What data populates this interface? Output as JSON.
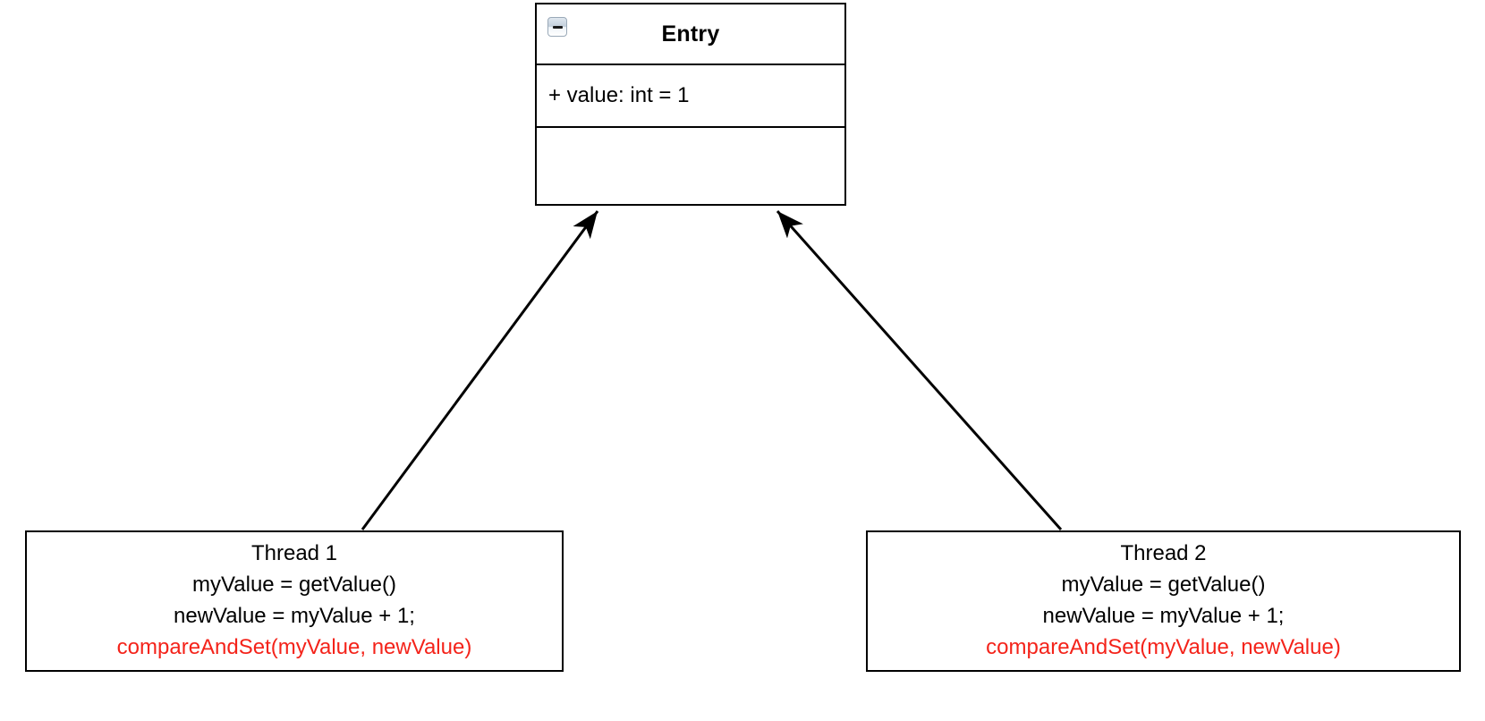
{
  "diagram": {
    "title": "Entry class with two concurrent threads",
    "background_color": "#ffffff",
    "line_color": "#000000",
    "highlight_color": "#f4231a"
  },
  "uml_class": {
    "name": "Entry",
    "collapse_icon": "minus-icon",
    "attributes": [
      "+ value: int = 1"
    ],
    "operations": []
  },
  "threads": [
    {
      "name": "thread-1",
      "lines": [
        {
          "text": "Thread 1",
          "color": "#000000"
        },
        {
          "text": "myValue = getValue()",
          "color": "#000000"
        },
        {
          "text": "newValue = myValue + 1;",
          "color": "#000000"
        },
        {
          "text": "compareAndSet(myValue, newValue)",
          "color": "#f4231a"
        }
      ]
    },
    {
      "name": "thread-2",
      "lines": [
        {
          "text": "Thread 2",
          "color": "#000000"
        },
        {
          "text": "myValue = getValue()",
          "color": "#000000"
        },
        {
          "text": "newValue = myValue + 1;",
          "color": "#000000"
        },
        {
          "text": "compareAndSet(myValue, newValue)",
          "color": "#f4231a"
        }
      ]
    }
  ],
  "connectors": [
    {
      "name": "thread-1-to-entry",
      "from": "thread-1",
      "to": "Entry",
      "arrowhead": "filled"
    },
    {
      "name": "thread-2-to-entry",
      "from": "thread-2",
      "to": "Entry",
      "arrowhead": "filled"
    }
  ]
}
